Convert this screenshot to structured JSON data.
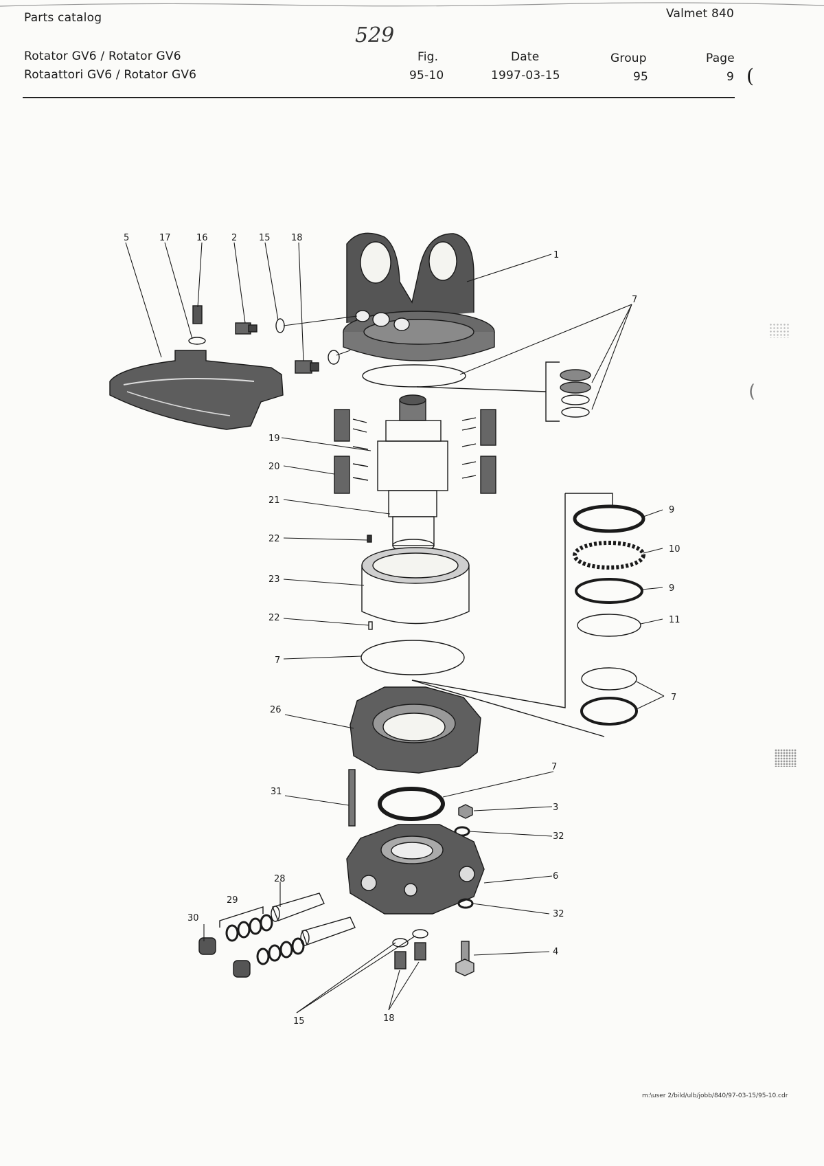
{
  "header": {
    "catalog": "Parts catalog",
    "machine": "Valmet 840",
    "title_1": "Rotator GV6 / Rotator GV6",
    "title_2": "Rotaattori GV6 / Rotator GV6",
    "fig_label": "Fig.",
    "fig_value": "95-10",
    "date_label": "Date",
    "date_value": "1997-03-15",
    "group_label": "Group",
    "group_value": "95",
    "page_label": "Page",
    "page_value": "9",
    "handwritten_note": "529"
  },
  "callouts": [
    {
      "id": "c5",
      "text": "5"
    },
    {
      "id": "c17",
      "text": "17"
    },
    {
      "id": "c16",
      "text": "16"
    },
    {
      "id": "c2",
      "text": "2"
    },
    {
      "id": "c15a",
      "text": "15"
    },
    {
      "id": "c18a",
      "text": "18"
    },
    {
      "id": "c1",
      "text": "1"
    },
    {
      "id": "c7a",
      "text": "7"
    },
    {
      "id": "c19",
      "text": "19"
    },
    {
      "id": "c20",
      "text": "20"
    },
    {
      "id": "c21",
      "text": "21"
    },
    {
      "id": "c22a",
      "text": "22"
    },
    {
      "id": "c23",
      "text": "23"
    },
    {
      "id": "c22b",
      "text": "22"
    },
    {
      "id": "c7b",
      "text": "7"
    },
    {
      "id": "c9a",
      "text": "9"
    },
    {
      "id": "c10",
      "text": "10"
    },
    {
      "id": "c9b",
      "text": "9"
    },
    {
      "id": "c11",
      "text": "11"
    },
    {
      "id": "c7c",
      "text": "7"
    },
    {
      "id": "c26",
      "text": "26"
    },
    {
      "id": "c7d",
      "text": "7"
    },
    {
      "id": "c31",
      "text": "31"
    },
    {
      "id": "c3",
      "text": "3"
    },
    {
      "id": "c32a",
      "text": "32"
    },
    {
      "id": "c6",
      "text": "6"
    },
    {
      "id": "c28",
      "text": "28"
    },
    {
      "id": "c29",
      "text": "29"
    },
    {
      "id": "c30",
      "text": "30"
    },
    {
      "id": "c32b",
      "text": "32"
    },
    {
      "id": "c4",
      "text": "4"
    },
    {
      "id": "c15b",
      "text": "15"
    },
    {
      "id": "c18b",
      "text": "18"
    }
  ],
  "footer": {
    "path": "m:\\user 2/bild/ulb/jobb/840/97-03-15/95-10.cdr"
  },
  "colors": {
    "ink": "#1a1a1a",
    "paper": "#fbfbf9"
  }
}
